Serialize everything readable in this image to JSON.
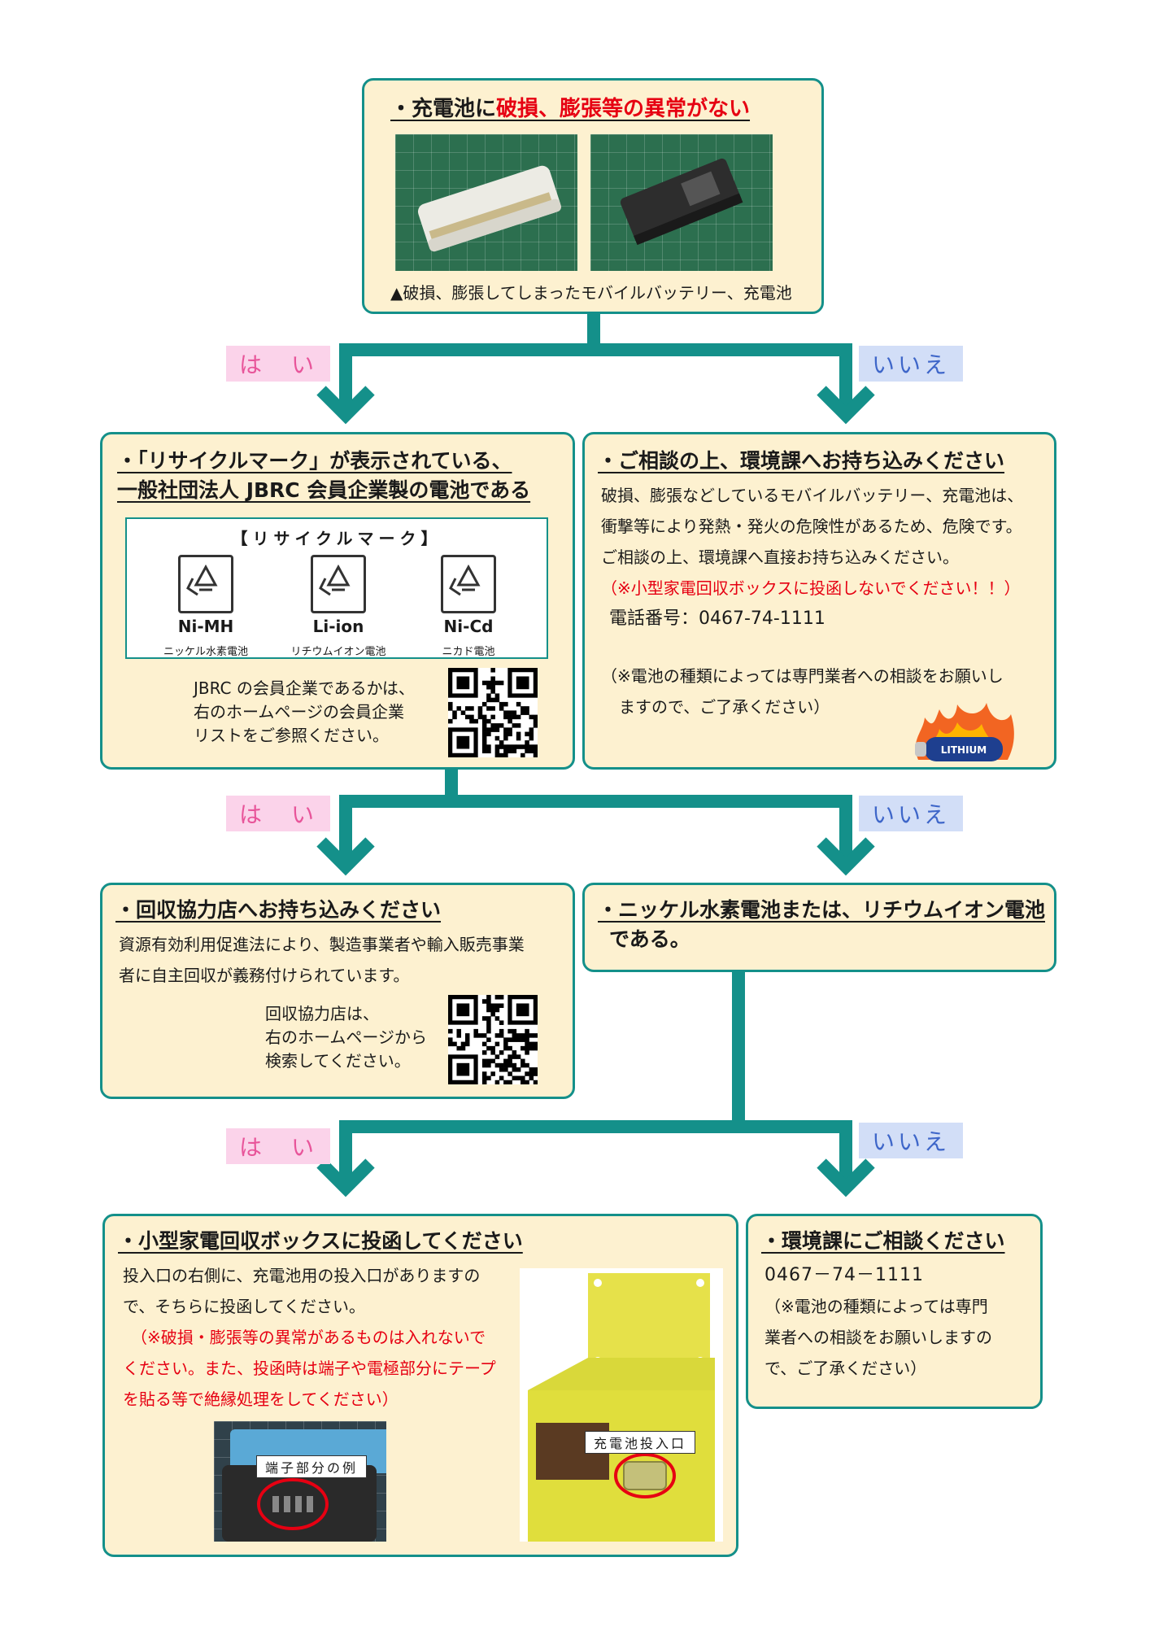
{
  "labels": {
    "yes": "は　い",
    "no": "いいえ"
  },
  "box1": {
    "title_prefix": "・充電池に",
    "title_red": "破損、膨張等の異常がない",
    "caption": "▲破損、膨張してしまったモバイルバッテリー、充電池"
  },
  "box2": {
    "title_line1": "・「リサイクルマーク」が表示されている、",
    "title_line2": "一般社団法人 JBRC 会員企業製の電池である",
    "mark_heading": "【リサイクルマーク】",
    "marks": [
      {
        "code": "Ni-MH",
        "name": "ニッケル水素電池"
      },
      {
        "code": "Li-ion",
        "name": "リチウムイオン電池"
      },
      {
        "code": "Ni-Cd",
        "name": "ニカド電池"
      }
    ],
    "note_line1": "JBRC の会員企業であるかは、",
    "note_line2": "右のホームページの会員企業",
    "note_line3": "リストをご参照ください。"
  },
  "box3": {
    "title": "・ご相談の上、環境課へお持ち込みください",
    "line1": "破損、膨張などしているモバイルバッテリー、充電池は、",
    "line2": "衝撃等により発熱・発火の危険性があるため、危険です。",
    "line3": "ご相談の上、環境課へ直接お持ち込みください。",
    "warning": "（※小型家電回収ボックスに投函しないでください！！）",
    "phone": "電話番号：0467-74-1111",
    "note_line1": "（※電池の種類によっては専門業者への相談をお願いし",
    "note_line2": "ますので、ご了承ください）",
    "battery_label": "LITHIUM"
  },
  "box4": {
    "title": "・回収協力店へお持ち込みください",
    "line1": "資源有効利用促進法により、製造事業者や輸入販売事業",
    "line2": "者に自主回収が義務付けられています。",
    "note_line1": "回収協力店は、",
    "note_line2": "右のホームページから",
    "note_line3": "検索してください。"
  },
  "box5": {
    "title_line1": "・ニッケル水素電池または、リチウムイオン電池",
    "title_line2": "である。"
  },
  "box6": {
    "title": "・小型家電回収ボックスに投函してください",
    "line1": "投入口の右側に、充電池用の投入口がありますの",
    "line2": "で、そちらに投函してください。",
    "red_line1": "（※破損・膨張等の異常があるものは入れないで",
    "red_line2": "ください。また、投函時は端子や電極部分にテープ",
    "red_line3": "を貼る等で絶縁処理をしてください）",
    "terminal_label": "端子部分の例",
    "slot_label": "充電池投入口"
  },
  "box7": {
    "title": "・環境課にご相談ください",
    "phone": "0467－74－1111",
    "line1": "（※電池の種類によっては専門",
    "line2": "業者への相談をお願いしますの",
    "line3": "で、ご了承ください）"
  },
  "colors": {
    "teal": "#14908a",
    "box_bg": "#fdf1d0",
    "red": "#e60012",
    "yes_bg": "#fbd3ea",
    "no_bg": "#d2def7"
  }
}
